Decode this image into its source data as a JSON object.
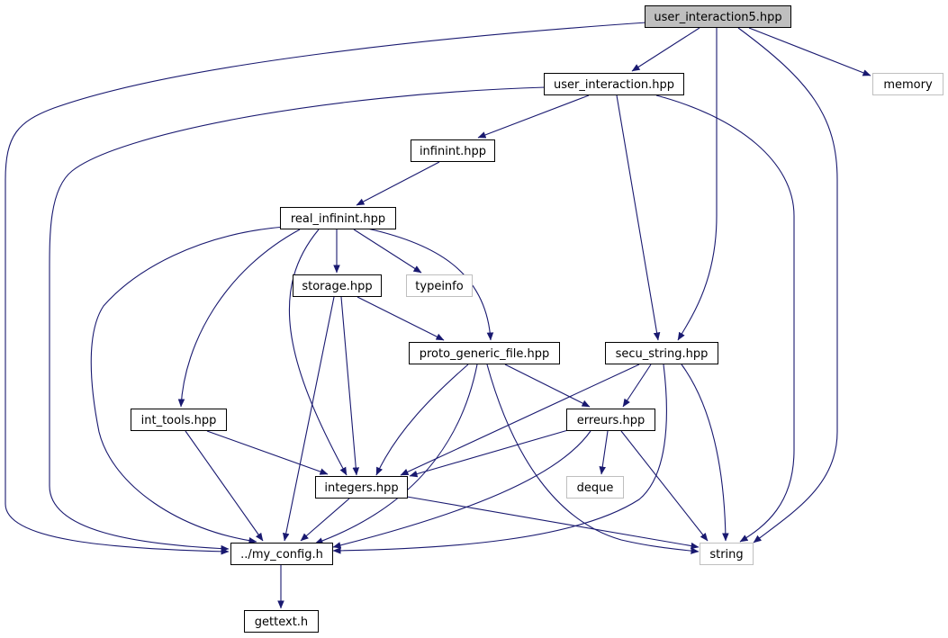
{
  "colors": {
    "edge": "#191970",
    "box_border": "#000000",
    "box_border_external": "#bfbfbf",
    "box_fill": "#ffffff",
    "root_fill": "#bfbfbf"
  },
  "nodes": [
    {
      "id": "user_interaction5",
      "label": "user_interaction5.hpp",
      "kind": "root"
    },
    {
      "id": "user_interaction",
      "label": "user_interaction.hpp",
      "kind": "file"
    },
    {
      "id": "memory",
      "label": "memory",
      "kind": "external"
    },
    {
      "id": "infinint",
      "label": "infinint.hpp",
      "kind": "file"
    },
    {
      "id": "real_infinint",
      "label": "real_infinint.hpp",
      "kind": "file"
    },
    {
      "id": "storage",
      "label": "storage.hpp",
      "kind": "file"
    },
    {
      "id": "typeinfo",
      "label": "typeinfo",
      "kind": "external"
    },
    {
      "id": "proto_generic_file",
      "label": "proto_generic_file.hpp",
      "kind": "file"
    },
    {
      "id": "secu_string",
      "label": "secu_string.hpp",
      "kind": "file"
    },
    {
      "id": "int_tools",
      "label": "int_tools.hpp",
      "kind": "file"
    },
    {
      "id": "erreurs",
      "label": "erreurs.hpp",
      "kind": "file"
    },
    {
      "id": "integers",
      "label": "integers.hpp",
      "kind": "file"
    },
    {
      "id": "deque",
      "label": "deque",
      "kind": "external"
    },
    {
      "id": "my_config",
      "label": "../my_config.h",
      "kind": "file"
    },
    {
      "id": "string",
      "label": "string",
      "kind": "external"
    },
    {
      "id": "gettext",
      "label": "gettext.h",
      "kind": "file"
    }
  ],
  "edges": [
    {
      "from": "user_interaction5",
      "to": "user_interaction"
    },
    {
      "from": "user_interaction5",
      "to": "my_config"
    },
    {
      "from": "user_interaction5",
      "to": "secu_string"
    },
    {
      "from": "user_interaction5",
      "to": "string"
    },
    {
      "from": "user_interaction5",
      "to": "memory"
    },
    {
      "from": "user_interaction",
      "to": "infinint"
    },
    {
      "from": "user_interaction",
      "to": "my_config"
    },
    {
      "from": "user_interaction",
      "to": "secu_string"
    },
    {
      "from": "user_interaction",
      "to": "string"
    },
    {
      "from": "infinint",
      "to": "real_infinint"
    },
    {
      "from": "real_infinint",
      "to": "storage"
    },
    {
      "from": "real_infinint",
      "to": "typeinfo"
    },
    {
      "from": "real_infinint",
      "to": "proto_generic_file"
    },
    {
      "from": "real_infinint",
      "to": "int_tools"
    },
    {
      "from": "real_infinint",
      "to": "integers"
    },
    {
      "from": "real_infinint",
      "to": "my_config"
    },
    {
      "from": "storage",
      "to": "proto_generic_file"
    },
    {
      "from": "storage",
      "to": "integers"
    },
    {
      "from": "storage",
      "to": "my_config"
    },
    {
      "from": "proto_generic_file",
      "to": "erreurs"
    },
    {
      "from": "proto_generic_file",
      "to": "integers"
    },
    {
      "from": "proto_generic_file",
      "to": "my_config"
    },
    {
      "from": "proto_generic_file",
      "to": "string"
    },
    {
      "from": "secu_string",
      "to": "erreurs"
    },
    {
      "from": "secu_string",
      "to": "integers"
    },
    {
      "from": "secu_string",
      "to": "my_config"
    },
    {
      "from": "secu_string",
      "to": "string"
    },
    {
      "from": "int_tools",
      "to": "integers"
    },
    {
      "from": "int_tools",
      "to": "my_config"
    },
    {
      "from": "erreurs",
      "to": "integers"
    },
    {
      "from": "erreurs",
      "to": "deque"
    },
    {
      "from": "erreurs",
      "to": "my_config"
    },
    {
      "from": "erreurs",
      "to": "string"
    },
    {
      "from": "integers",
      "to": "my_config"
    },
    {
      "from": "integers",
      "to": "string"
    },
    {
      "from": "my_config",
      "to": "gettext"
    }
  ]
}
